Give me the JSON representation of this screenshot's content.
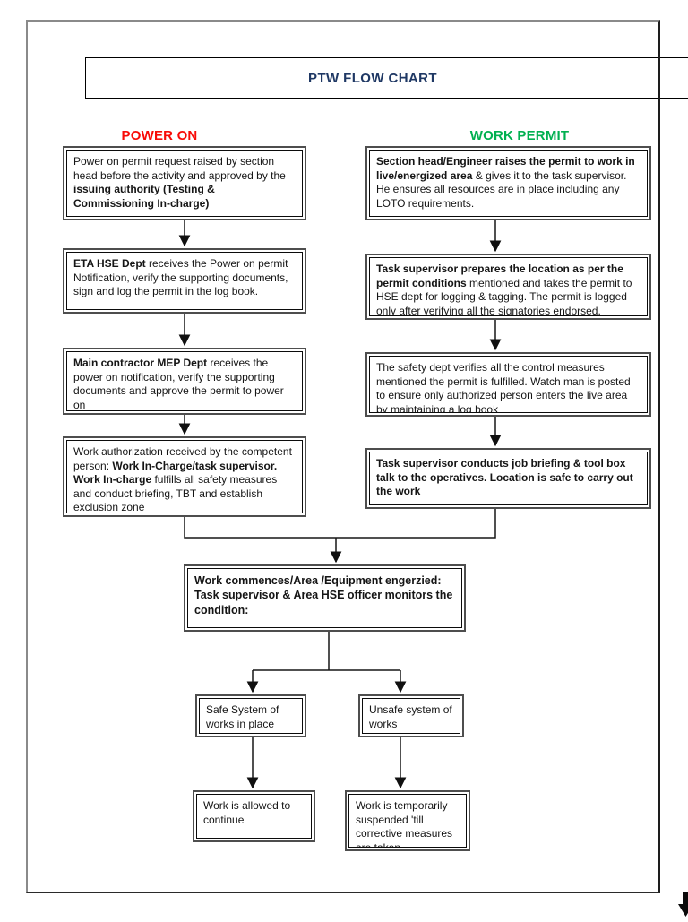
{
  "header": {
    "title": "PTW FLOW CHART"
  },
  "colors": {
    "title_color": "#1F3864",
    "power_on_color": "#F80B07",
    "work_permit_color": "#00B050"
  },
  "columns": {
    "left": {
      "heading": "POWER ON"
    },
    "right": {
      "heading": "WORK PERMIT"
    }
  },
  "boxes": {
    "power_on": [
      {
        "segments": [
          {
            "text": "Power on permit request raised by section head before the activity and approved by the ",
            "bold": false
          },
          {
            "text": "issuing authority (Testing & Commissioning In-charge)",
            "bold": true
          }
        ]
      },
      {
        "segments": [
          {
            "text": "ETA HSE Dept",
            "bold": true
          },
          {
            "text": " receives the Power on permit Notification, verify the supporting documents, sign and log the permit in the log book.",
            "bold": false
          }
        ]
      },
      {
        "segments": [
          {
            "text": "Main contractor MEP Dept",
            "bold": true
          },
          {
            "text": " receives the power on notification, verify the supporting documents and approve the permit to power on",
            "bold": false
          }
        ]
      },
      {
        "segments": [
          {
            "text": "Work authorization received by the competent person: ",
            "bold": false
          },
          {
            "text": "Work In-Charge/task supervisor. Work In-charge",
            "bold": true
          },
          {
            "text": " fulfills all safety measures and conduct briefing, TBT and establish exclusion zone",
            "bold": false
          }
        ]
      }
    ],
    "work_permit": [
      {
        "segments": [
          {
            "text": "Section head/Engineer raises the permit to work in live/energized area",
            "bold": true
          },
          {
            "text": " & gives it to the task supervisor. He ensures all resources are in place including any LOTO requirements.",
            "bold": false
          }
        ]
      },
      {
        "segments": [
          {
            "text": "Task supervisor prepares the location as per the permit conditions",
            "bold": true
          },
          {
            "text": " mentioned and takes the permit to HSE dept for logging & tagging. The permit is logged only after verifying all the signatories endorsed.",
            "bold": false
          }
        ]
      },
      {
        "segments": [
          {
            "text": " The safety dept verifies all the control measures mentioned the permit is fulfilled. Watch man is posted to ensure only authorized person enters the live area by maintaining a log book",
            "bold": false
          }
        ]
      },
      {
        "segments": [
          {
            "text": "Task supervisor conducts job briefing & tool box talk to the operatives. Location is safe to carry out the work",
            "bold": true
          }
        ]
      }
    ],
    "merged": {
      "segments": [
        {
          "text": "Work commences/Area /Equipment engerzied: Task supervisor & Area HSE officer monitors the condition:",
          "bold": true
        }
      ]
    },
    "branches": [
      {
        "segments": [
          {
            "text": "Safe System of works in place",
            "bold": false
          }
        ]
      },
      {
        "segments": [
          {
            "text": "Unsafe system of works",
            "bold": false
          }
        ]
      }
    ],
    "outcomes": [
      {
        "segments": [
          {
            "text": "Work is allowed to continue",
            "bold": false
          }
        ]
      },
      {
        "segments": [
          {
            "text": "Work is temporarily suspended 'till corrective measures are taken",
            "bold": false
          }
        ]
      }
    ]
  }
}
